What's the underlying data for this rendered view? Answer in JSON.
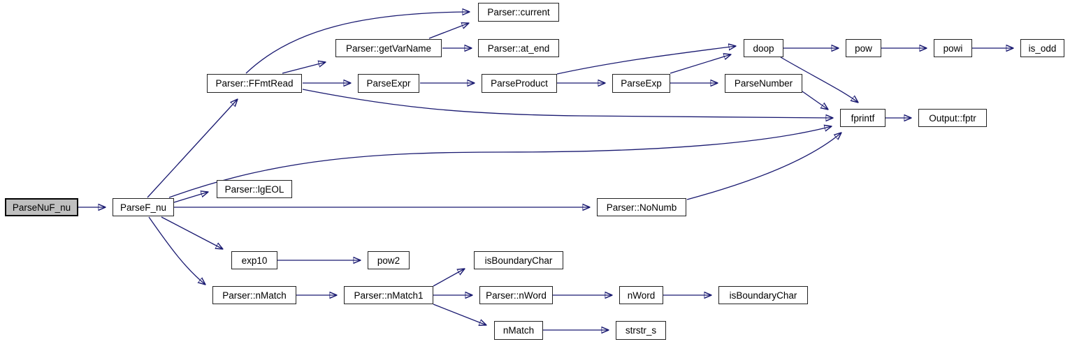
{
  "graph": {
    "kind": "call-graph",
    "root": "ParseNuF_nu",
    "colors": {
      "edge": "#191970",
      "node_border": "#222222",
      "node_fill": "#ffffff",
      "root_fill": "#bfbfbf",
      "text": "#000000",
      "background": "#ffffff"
    },
    "nodes": [
      {
        "id": "ParseNuF_nu",
        "label": "ParseNuF_nu"
      },
      {
        "id": "ParseF_nu",
        "label": "ParseF_nu"
      },
      {
        "id": "Parser::FFmtRead",
        "label": "Parser::FFmtRead"
      },
      {
        "id": "Parser::current",
        "label": "Parser::current"
      },
      {
        "id": "Parser::getVarName",
        "label": "Parser::getVarName"
      },
      {
        "id": "Parser::at_end",
        "label": "Parser::at_end"
      },
      {
        "id": "ParseExpr",
        "label": "ParseExpr"
      },
      {
        "id": "ParseProduct",
        "label": "ParseProduct"
      },
      {
        "id": "ParseExp",
        "label": "ParseExp"
      },
      {
        "id": "ParseNumber",
        "label": "ParseNumber"
      },
      {
        "id": "doop",
        "label": "doop"
      },
      {
        "id": "pow",
        "label": "pow"
      },
      {
        "id": "powi",
        "label": "powi"
      },
      {
        "id": "is_odd",
        "label": "is_odd"
      },
      {
        "id": "fprintf",
        "label": "fprintf"
      },
      {
        "id": "Output::fptr",
        "label": "Output::fptr"
      },
      {
        "id": "Parser::lgEOL",
        "label": "Parser::lgEOL"
      },
      {
        "id": "Parser::NoNumb",
        "label": "Parser::NoNumb"
      },
      {
        "id": "exp10",
        "label": "exp10"
      },
      {
        "id": "pow2",
        "label": "pow2"
      },
      {
        "id": "Parser::nMatch",
        "label": "Parser::nMatch"
      },
      {
        "id": "Parser::nMatch1",
        "label": "Parser::nMatch1"
      },
      {
        "id": "isBoundaryChar",
        "label": "isBoundaryChar"
      },
      {
        "id": "Parser::nWord",
        "label": "Parser::nWord"
      },
      {
        "id": "nWord",
        "label": "nWord"
      },
      {
        "id": "isBoundaryChar_2",
        "label": "isBoundaryChar"
      },
      {
        "id": "nMatch",
        "label": "nMatch"
      },
      {
        "id": "strstr_s",
        "label": "strstr_s"
      }
    ],
    "edges": [
      {
        "from": "ParseNuF_nu",
        "to": "ParseF_nu"
      },
      {
        "from": "ParseF_nu",
        "to": "Parser::FFmtRead"
      },
      {
        "from": "ParseF_nu",
        "to": "Parser::lgEOL"
      },
      {
        "from": "ParseF_nu",
        "to": "Parser::NoNumb"
      },
      {
        "from": "ParseF_nu",
        "to": "fprintf"
      },
      {
        "from": "ParseF_nu",
        "to": "exp10"
      },
      {
        "from": "ParseF_nu",
        "to": "Parser::nMatch"
      },
      {
        "from": "Parser::FFmtRead",
        "to": "Parser::current"
      },
      {
        "from": "Parser::FFmtRead",
        "to": "Parser::getVarName"
      },
      {
        "from": "Parser::FFmtRead",
        "to": "ParseExpr"
      },
      {
        "from": "Parser::FFmtRead",
        "to": "fprintf"
      },
      {
        "from": "Parser::getVarName",
        "to": "Parser::current"
      },
      {
        "from": "Parser::getVarName",
        "to": "Parser::at_end"
      },
      {
        "from": "ParseExpr",
        "to": "ParseProduct"
      },
      {
        "from": "ParseProduct",
        "to": "ParseExp"
      },
      {
        "from": "ParseProduct",
        "to": "doop"
      },
      {
        "from": "ParseExp",
        "to": "doop"
      },
      {
        "from": "ParseExp",
        "to": "ParseNumber"
      },
      {
        "from": "ParseNumber",
        "to": "fprintf"
      },
      {
        "from": "doop",
        "to": "pow"
      },
      {
        "from": "doop",
        "to": "fprintf"
      },
      {
        "from": "pow",
        "to": "powi"
      },
      {
        "from": "powi",
        "to": "is_odd"
      },
      {
        "from": "fprintf",
        "to": "Output::fptr"
      },
      {
        "from": "Parser::NoNumb",
        "to": "fprintf"
      },
      {
        "from": "exp10",
        "to": "pow2"
      },
      {
        "from": "Parser::nMatch",
        "to": "Parser::nMatch1"
      },
      {
        "from": "Parser::nMatch1",
        "to": "isBoundaryChar"
      },
      {
        "from": "Parser::nMatch1",
        "to": "Parser::nWord"
      },
      {
        "from": "Parser::nMatch1",
        "to": "nMatch"
      },
      {
        "from": "Parser::nWord",
        "to": "nWord"
      },
      {
        "from": "nWord",
        "to": "isBoundaryChar_2"
      },
      {
        "from": "nMatch",
        "to": "strstr_s"
      }
    ]
  }
}
